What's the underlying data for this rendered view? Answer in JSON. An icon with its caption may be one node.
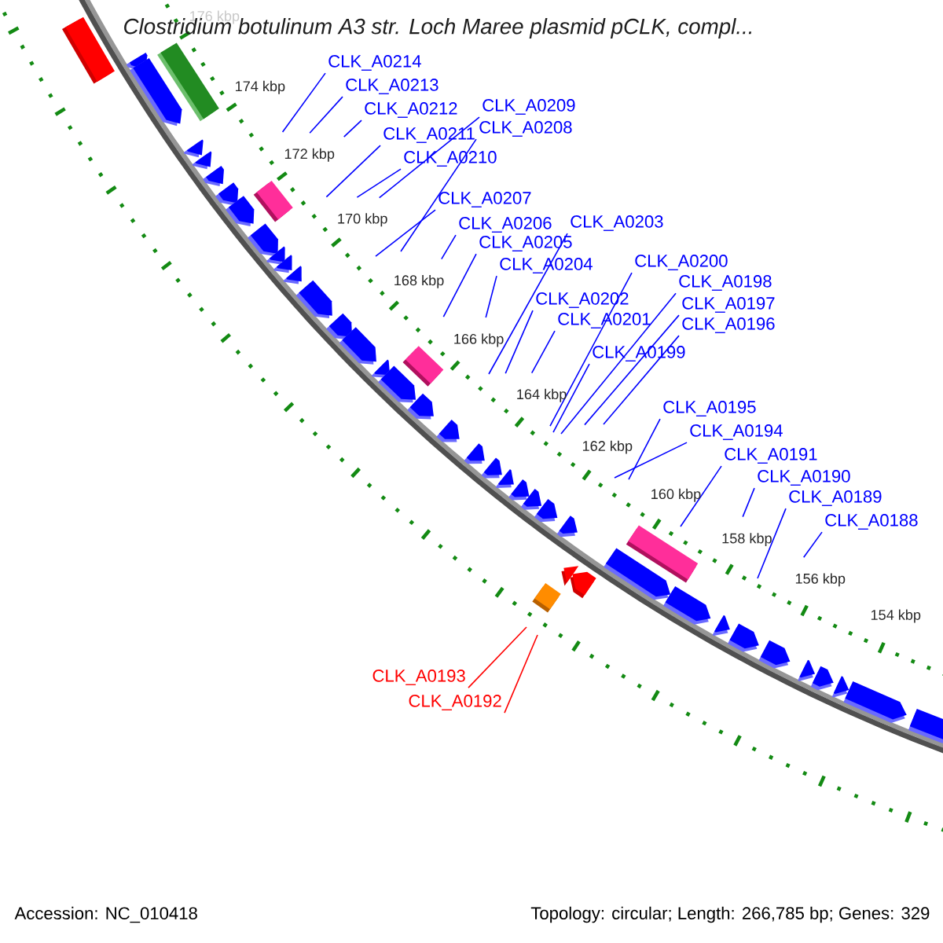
{
  "diagram": {
    "title": "Clostridium botulinum A3 str. Loch Maree plasmid pCLK, compl...",
    "nodes": [
      {
        "text": [
          "CLK_A0214"
        ]
      },
      {
        "text": [
          "CLK_A0213"
        ]
      },
      {
        "text": [
          "CLK_A0209"
        ]
      },
      {
        "text": [
          "CLK_A0212"
        ]
      },
      {
        "text": [
          "CLK_A0208"
        ]
      },
      {
        "text": [
          "CLK_A0211"
        ]
      },
      {
        "text": [
          "CLK_A0210"
        ]
      },
      {
        "text": [
          "CLK_A0207"
        ]
      },
      {
        "text": [
          "CLK_A0203"
        ]
      },
      {
        "text": [
          "CLK_A0206"
        ]
      },
      {
        "text": [
          "CLK_A0205"
        ]
      },
      {
        "text": [
          "CLK_A0200"
        ]
      },
      {
        "text": [
          "CLK_A0204"
        ]
      },
      {
        "text": [
          "CLK_A0198"
        ]
      },
      {
        "text": [
          "CLK_A0202"
        ]
      },
      {
        "text": [
          "CLK_A0197"
        ]
      },
      {
        "text": [
          "CLK_A0201"
        ]
      },
      {
        "text": [
          "CLK_A0196"
        ]
      },
      {
        "text": [
          "CLK_A0199"
        ]
      },
      {
        "text": [
          "CLK_A0195"
        ]
      },
      {
        "text": [
          "CLK_A0194"
        ]
      },
      {
        "text": [
          "CLK_A0191"
        ]
      },
      {
        "text": [
          "CLK_A0190"
        ]
      },
      {
        "text": [
          "CLK_A0189"
        ]
      },
      {
        "text": [
          "CLK_A0188"
        ]
      },
      {
        "text": [
          "CLK_A0193"
        ]
      },
      {
        "text": [
          "CLK_A0192"
        ]
      }
    ],
    "edges": [
      {
        "from": 0,
        "to": null,
        "arrow": "none"
      },
      {
        "from": 1,
        "to": null,
        "arrow": "none"
      },
      {
        "from": 2,
        "to": null,
        "arrow": "none"
      },
      {
        "from": 3,
        "to": null,
        "arrow": "none"
      },
      {
        "from": 4,
        "to": null,
        "arrow": "none"
      },
      {
        "from": 5,
        "to": null,
        "arrow": "none"
      },
      {
        "from": 6,
        "to": null,
        "arrow": "none"
      },
      {
        "from": 7,
        "to": null,
        "arrow": "none"
      },
      {
        "from": 8,
        "to": null,
        "arrow": "none"
      },
      {
        "from": 9,
        "to": null,
        "arrow": "none"
      },
      {
        "from": 10,
        "to": null,
        "arrow": "none"
      },
      {
        "from": 11,
        "to": null,
        "arrow": "none"
      },
      {
        "from": 12,
        "to": null,
        "arrow": "none"
      },
      {
        "from": 13,
        "to": null,
        "arrow": "none"
      },
      {
        "from": 14,
        "to": null,
        "arrow": "none"
      },
      {
        "from": 15,
        "to": null,
        "arrow": "none"
      },
      {
        "from": 16,
        "to": null,
        "arrow": "none"
      },
      {
        "from": 17,
        "to": null,
        "arrow": "none"
      },
      {
        "from": 18,
        "to": null,
        "arrow": "none"
      },
      {
        "from": 19,
        "to": null,
        "arrow": "none"
      },
      {
        "from": 20,
        "to": null,
        "arrow": "none"
      },
      {
        "from": 21,
        "to": null,
        "arrow": "none"
      },
      {
        "from": 22,
        "to": null,
        "arrow": "none"
      },
      {
        "from": 23,
        "to": null,
        "arrow": "none"
      },
      {
        "from": 24,
        "to": null,
        "arrow": "none"
      },
      {
        "from": 25,
        "to": null,
        "arrow": "none",
        "color": "#ff0000"
      },
      {
        "from": 26,
        "to": null,
        "arrow": "none",
        "color": "#ff0000"
      }
    ],
    "labels": [
      "176 kbp",
      "174 kbp",
      "172 kbp",
      "170 kbp",
      "168 kbp",
      "166 kbp",
      "164 kbp",
      "162 kbp",
      "160 kbp",
      "158 kbp",
      "156 kbp",
      "154 kbp",
      "Accession: NC_010418",
      "Topology: circular; Length: 266,785 bp; Genes: 329"
    ]
  }
}
